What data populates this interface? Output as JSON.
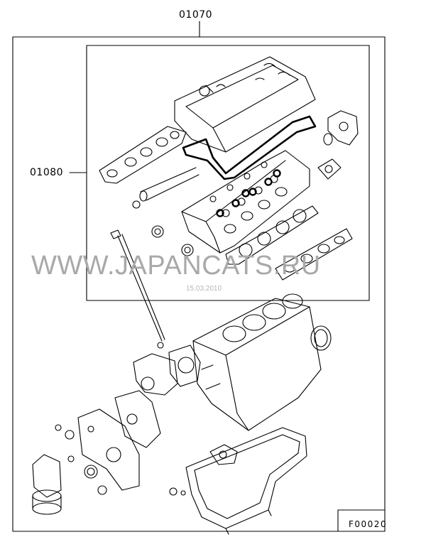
{
  "labels": {
    "outer_kit": "01070",
    "inner_kit": "01080",
    "figure_code": "F00020"
  },
  "watermark": "WWW.JAPANCATS.RU",
  "date_stamp": "15.03.2010"
}
